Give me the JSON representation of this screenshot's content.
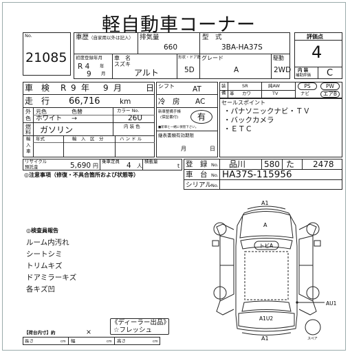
{
  "header": {
    "title": "軽自動車コーナー",
    "no_label": "No.",
    "lot_no": "21085"
  },
  "reg": {
    "label_main": "車歴",
    "label_sub": "（自家用以外は記入）",
    "displacement_label": "排気量",
    "displacement": "660",
    "model_label": "型　式",
    "model": "3BA-HA37S",
    "first_reg_label": "初度登録年月",
    "era": "R 4",
    "year_unit": "年",
    "month": "9",
    "month_unit": "月",
    "car_name_label": "車　名",
    "maker": "スズキ",
    "car_name": "アルト",
    "door_label": "形状・ドア数",
    "doors": "5D",
    "grade_label": "グレード",
    "grade": "A",
    "drive_label": "駆動",
    "drive": "2WD"
  },
  "score": {
    "label": "評価点",
    "value": "4",
    "interior_label1": "内 装",
    "interior_label2": "補助評価",
    "interior_value": "C"
  },
  "inspection": {
    "label": "車　検",
    "era": "R",
    "year": "9",
    "year_unit": "年",
    "month": "9",
    "month_unit": "月",
    "day_unit": "日"
  },
  "shift": {
    "label": "シフト",
    "value": "AT"
  },
  "equipment": {
    "label_a": "装",
    "label_b": "備",
    "sr": "SR",
    "awd": "純AW",
    "ps": "PS",
    "pw": "PW",
    "leather": "革",
    "kawa": "カワ",
    "tv": "TV",
    "navi": "ナビ",
    "airbag": "エアB"
  },
  "mileage": {
    "label": "走　行",
    "value": "66,716",
    "unit": "km"
  },
  "aircon": {
    "label": "冷　房",
    "value": "AC"
  },
  "color": {
    "label_a": "外",
    "label_b": "色",
    "original_label": "元色",
    "color_label": "色替",
    "value": "ホワイト",
    "arrow": "→",
    "code_label": "カラー No.",
    "code": "26U",
    "interior_label": "内 装 色"
  },
  "warranty": {
    "label1": "新車整備手帳",
    "label2": "(保証書付)",
    "value": "有",
    "note": "■新車と一緒に保管下さい。"
  },
  "sales_points": {
    "label": "セールスポイント",
    "items": [
      "・パナソニックナビ・ＴＶ",
      "・バックカメラ",
      "・ＥＴＣ"
    ]
  },
  "fuel": {
    "label_a": "燃",
    "label_b": "料",
    "value": "ガソリン"
  },
  "import": {
    "label_a": "輸",
    "label_b": "入",
    "label_c": "車",
    "year_label": "年式",
    "category_label": "輸　入　区　分",
    "handle_label": "ハ ン ド ル"
  },
  "expiry": {
    "label": "継表書類有効期限",
    "month_unit": "月",
    "day_unit": "日"
  },
  "recycle": {
    "label1": "リサイクル",
    "label2": "預託金",
    "value": "5,690",
    "unit": "円"
  },
  "capacity": {
    "label": "乗車定員",
    "value": "4",
    "unit": "人"
  },
  "load": {
    "label": "積載量",
    "unit": "t"
  },
  "registration": {
    "label": "登　録",
    "no_label": "No.",
    "region": "品川",
    "class": "580",
    "kana": "た",
    "number": "2478"
  },
  "chassis": {
    "label": "車　台",
    "no_label": "No.",
    "value": "HA37S-115956"
  },
  "serial": {
    "label": "シリアル",
    "no_label": "No."
  },
  "notes": {
    "label": "◎注意事項（修復・不具合箇所および状態等）"
  },
  "report": {
    "label": "◎検査員報告",
    "items": [
      "ルーム内汚れ",
      "シートシミ",
      "トリムキズ",
      "ドアミラーキズ",
      "各キズ凹"
    ]
  },
  "dealer": {
    "line1": "《ディーラー出品》",
    "line2": "☆フレッシュ"
  },
  "cargo": {
    "label": "【荷台内寸】約",
    "x": "×",
    "length_label": "長さ",
    "width_label": "幅",
    "height_label": "高さ",
    "unit": "cm"
  },
  "diagram": {
    "top": "A1",
    "hood": "A",
    "roof": "トビA",
    "rear_right": "AU1",
    "rear": "A1U2",
    "bottom": "A1",
    "spare": "スペア"
  }
}
